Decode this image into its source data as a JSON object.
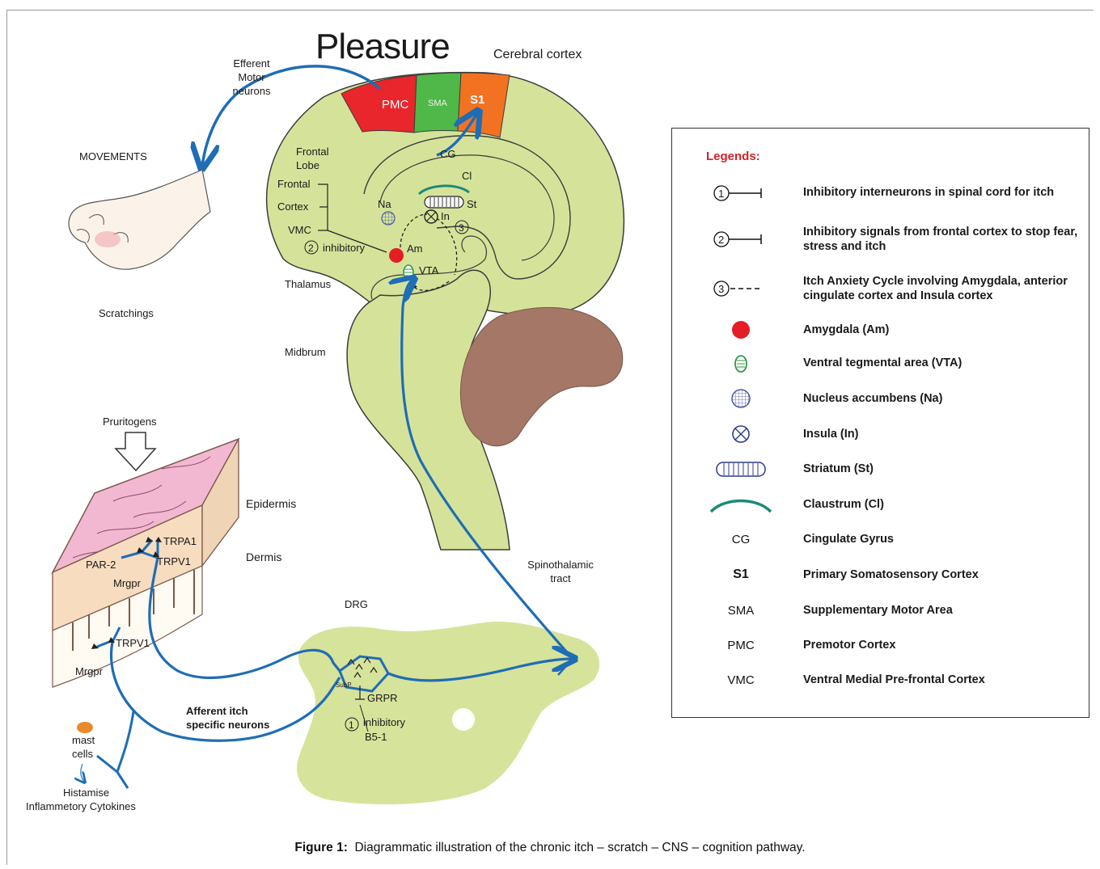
{
  "diagram": {
    "title": "Pleasure",
    "labels": {
      "cerebral_cortex": "Cerebral cortex",
      "efferent": [
        "Efferent",
        "Motor",
        "neurons"
      ],
      "movements": "MOVEMENTS",
      "scratchings": "Scratchings",
      "pmc": "PMC",
      "sma": "SMA",
      "s1": "S1",
      "cg": "CG",
      "cl": "Cl",
      "st": "St",
      "na": "Na",
      "in": "In",
      "am": "Am",
      "vta": "VTA",
      "frontal_lobe": [
        "Frontal",
        "Lobe"
      ],
      "frontal": "Frontal",
      "cortex": "Cortex",
      "vmc": "VMC",
      "num2": "2",
      "num3": "3",
      "num1": "1",
      "inhibitory": "inhibitory",
      "thalamus": "Thalamus",
      "midbrum": "Midbrum",
      "pruritogens": "Pruritogens",
      "epidermis": "Epidermis",
      "dermis": "Dermis",
      "trpa1": "TRPA1",
      "trpv1_upper": "TRPV1",
      "par2": "PAR-2",
      "mrgpr_upper": "Mrgpr",
      "trpv1_lower": "TRPV1",
      "mrgpr_lower": "Mrgpr",
      "mast": [
        "mast",
        "cells"
      ],
      "histamise": [
        "Histamise",
        "Inflammetory Cytokines"
      ],
      "afferent": [
        "Afferent itch",
        "specific neurons"
      ],
      "drg": "DRG",
      "subp": "SubP",
      "grpr": "GRPR",
      "inhibitory_b5": [
        "inhibitory",
        "B5-1"
      ],
      "spinothalamic": [
        "Spinothalamic",
        "tract"
      ]
    },
    "colors": {
      "brain_green": "#d5e39a",
      "brain_outline": "#3c3c3c",
      "pmc_red": "#e8262b",
      "sma_green": "#4fb848",
      "s1_orange": "#f37221",
      "nerve_blue": "#1f6db5",
      "cerebellum": "#a47766",
      "epidermis_pink": "#f2b8d2",
      "dermis_peach": "#f7dcc0",
      "drg_green": "#d6e39b",
      "amygdala": "#e31e24"
    }
  },
  "legend": {
    "title": "Legends:",
    "items": [
      {
        "symbol": "circle-1-inhibit",
        "num": "1",
        "text": "Inhibitory interneurons in spinal cord for itch"
      },
      {
        "symbol": "circle-2-inhibit",
        "num": "2",
        "text": "Inhibitory signals from frontal cortex to stop fear, stress and itch"
      },
      {
        "symbol": "circle-3-dashed",
        "num": "3",
        "text": "Itch Anxiety Cycle involving Amygdala, anterior cingulate cortex and Insula cortex"
      },
      {
        "symbol": "red-dot",
        "text": "Amygdala (Am)"
      },
      {
        "symbol": "vta-glyph",
        "text": "Ventral tegmental area (VTA)"
      },
      {
        "symbol": "na-grid-circle",
        "text": "Nucleus accumbens (Na)"
      },
      {
        "symbol": "insula-cross-circle",
        "text": "Insula (In)"
      },
      {
        "symbol": "striatum-glyph",
        "text": "Striatum (St)"
      },
      {
        "symbol": "claustrum-arc",
        "text": "Claustrum (Cl)"
      },
      {
        "symbol": "text",
        "abbr": "CG",
        "text": "Cingulate Gyrus"
      },
      {
        "symbol": "text-bold",
        "abbr": "S1",
        "text": "Primary Somatosensory Cortex"
      },
      {
        "symbol": "text",
        "abbr": "SMA",
        "text": "Supplementary Motor Area"
      },
      {
        "symbol": "text",
        "abbr": "PMC",
        "text": "Premotor Cortex"
      },
      {
        "symbol": "text",
        "abbr": "VMC",
        "text": "Ventral Medial Pre-frontal Cortex"
      }
    ]
  },
  "caption": {
    "label": "Figure 1:",
    "text": "Diagrammatic illustration of the chronic itch – scratch – CNS – cognition pathway."
  }
}
